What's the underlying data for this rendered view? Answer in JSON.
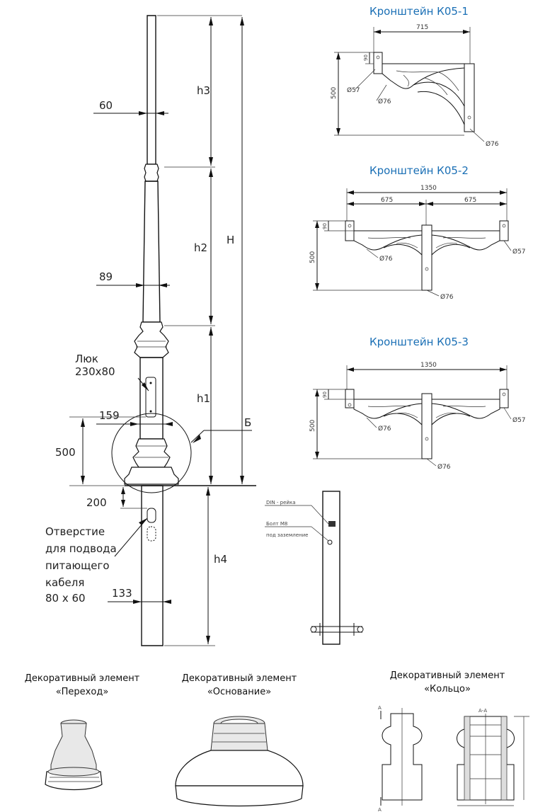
{
  "pole": {
    "h3": "h3",
    "h2": "h2",
    "h1": "h1",
    "h4": "h4",
    "H": "H",
    "d_top": "60",
    "d_mid": "89",
    "d_base": "159",
    "d_bottom": "133",
    "hatch_title": "Люк",
    "hatch_size": "230x80",
    "height_500": "500",
    "height_200": "200",
    "section_label": "Б",
    "cable_line1": "Отверстие",
    "cable_line2": "для подвода",
    "cable_line3": "питающего",
    "cable_line4": "кабеля",
    "cable_line5": "80 x 60"
  },
  "brackets": [
    {
      "title": "Кронштейн К05-1",
      "width": "715",
      "h_top": "90",
      "height": "500",
      "d1": "Ø57",
      "d2": "Ø76",
      "d3": "Ø76"
    },
    {
      "title": "Кронштейн К05-2",
      "width": "1350",
      "half_l": "675",
      "half_r": "675",
      "h_top": "90",
      "height": "500",
      "d1": "Ø76",
      "d2": "Ø57",
      "d3": "Ø76"
    },
    {
      "title": "Кронштейн К05-3",
      "width": "1350",
      "h_top": "90",
      "height": "500",
      "d1": "Ø76",
      "d2": "Ø57",
      "d3": "Ø76"
    }
  ],
  "detail": {
    "din": "DIN - рейка",
    "bolt1": "Болт М8",
    "bolt2": "под заземление"
  },
  "elements": [
    {
      "line1": "Декоративный элемент",
      "line2": "«Переход»"
    },
    {
      "line1": "Декоративный элемент",
      "line2": "«Основание»"
    },
    {
      "line1": "Декоративный элемент",
      "line2": "«Кольцо»"
    }
  ],
  "ring_section": {
    "label": "А-А",
    "cut": "А"
  }
}
